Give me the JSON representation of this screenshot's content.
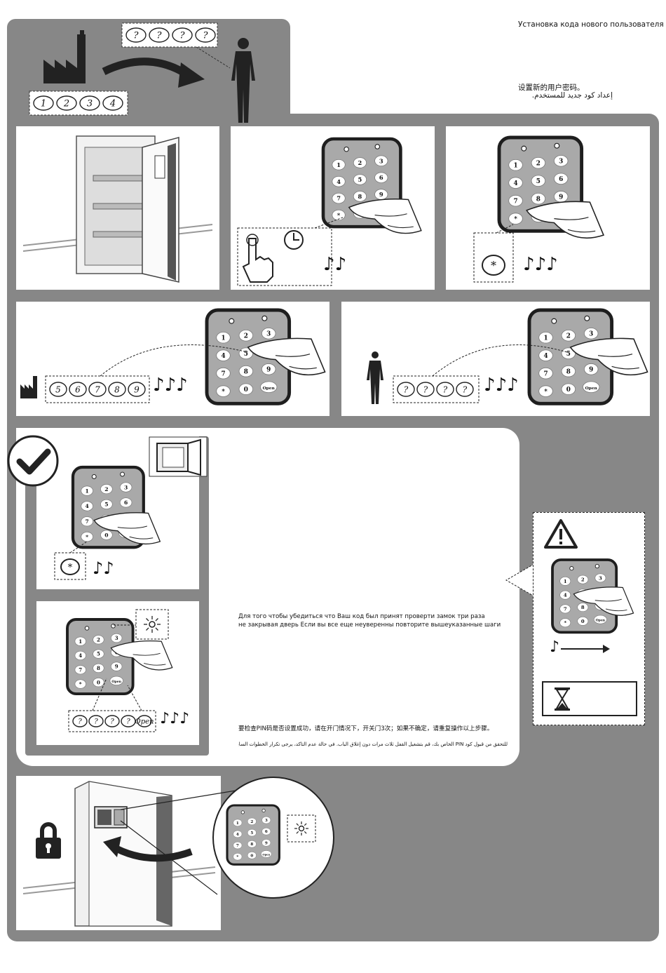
{
  "header": {
    "title_ru": "Установка кода нового пользователя",
    "title_zh": "设置新的用户密码。",
    "title_ar": "إعداد كود جديد للمستخدم."
  },
  "top": {
    "factory_code": [
      "1",
      "2",
      "3",
      "4"
    ],
    "user_code": [
      "?",
      "?",
      "?",
      "?"
    ]
  },
  "keypad": {
    "keys": [
      "1",
      "2",
      "3",
      "4",
      "5",
      "6",
      "7",
      "8",
      "9",
      "*",
      "0",
      "Open"
    ]
  },
  "step2": {
    "notes": "♪♪"
  },
  "step3": {
    "star": "*",
    "notes": "♪♪♪"
  },
  "step4": {
    "code": [
      "5",
      "6",
      "7",
      "8",
      "9"
    ],
    "notes": "♪♪♪"
  },
  "step5": {
    "code": [
      "?",
      "?",
      "?",
      "?"
    ],
    "notes": "♪♪♪"
  },
  "verify": {
    "star": "*",
    "notes_a": "♪♪",
    "code": [
      "?",
      "?",
      "?",
      "?",
      "Open"
    ],
    "notes_b": "♪♪♪",
    "text_ru_1": "Для того  чтобы убедиться  что Ваш       код был принят проверти замок три раза",
    "text_ru_2": "не закрывая дверь  Если вы все еще неуверенны  повторите вышеуказанные шаги",
    "text_zh": "要检查PIN码是否设置成功，请在开门情况下，开关门3次；如果不确定，请重复操作以上步骤。",
    "text_ar": "للتحقق من قبول كود PIN الخاص بك، قم بتشغيل القفل ثلاث مرات دون إغلاق الباب. في حالة عدم التأكد، يرجى تكرار الخطوات السابقة"
  },
  "warning": {
    "note": "♪"
  },
  "colors": {
    "gray": "#878787",
    "keypad": "#a9a9a9",
    "dark": "#222222"
  }
}
